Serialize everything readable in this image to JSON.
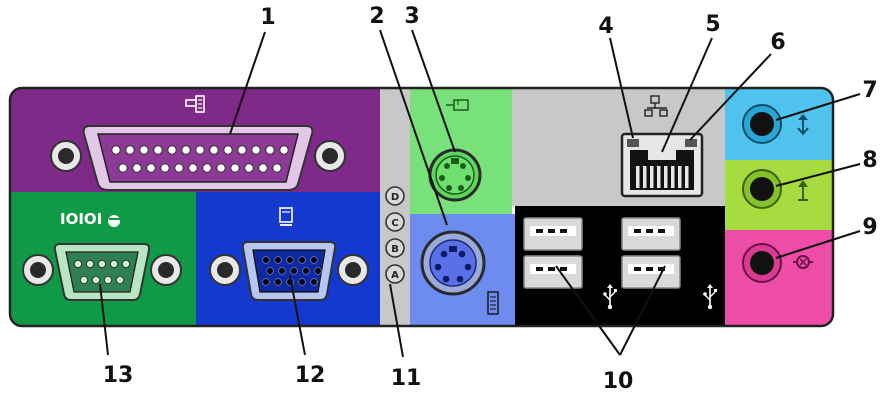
{
  "colors": {
    "parallel": "#7f2a88",
    "serial": "#109a47",
    "video": "#1339cf",
    "ps2_mouse": "#79e179",
    "ps2_keyboard": "#6e8bf0",
    "network_usb_panel": "#c8c8c8",
    "usb": "#000000",
    "line_in": "#4fc3ee",
    "line_out": "#a6dc3f",
    "mic": "#ee4da7",
    "chassis_strip": "#c8c8c8"
  },
  "icons": [
    "parallel-printer-icon",
    "serial-ioioi-icon",
    "monitor-icon",
    "mouse-icon",
    "keyboard-icon",
    "network-icon",
    "usb-icon",
    "line-in-icon",
    "line-out-icon",
    "microphone-icon",
    "diagnostic-lights-icon"
  ],
  "callouts": {
    "c1": "1",
    "c2": "2",
    "c3": "3",
    "c4": "4",
    "c5": "5",
    "c6": "6",
    "c7": "7",
    "c8": "8",
    "c9": "9",
    "c10": "10",
    "c11": "11",
    "c12": "12",
    "c13": "13"
  },
  "diagnostic_light_letters": [
    "D",
    "C",
    "B",
    "A"
  ]
}
